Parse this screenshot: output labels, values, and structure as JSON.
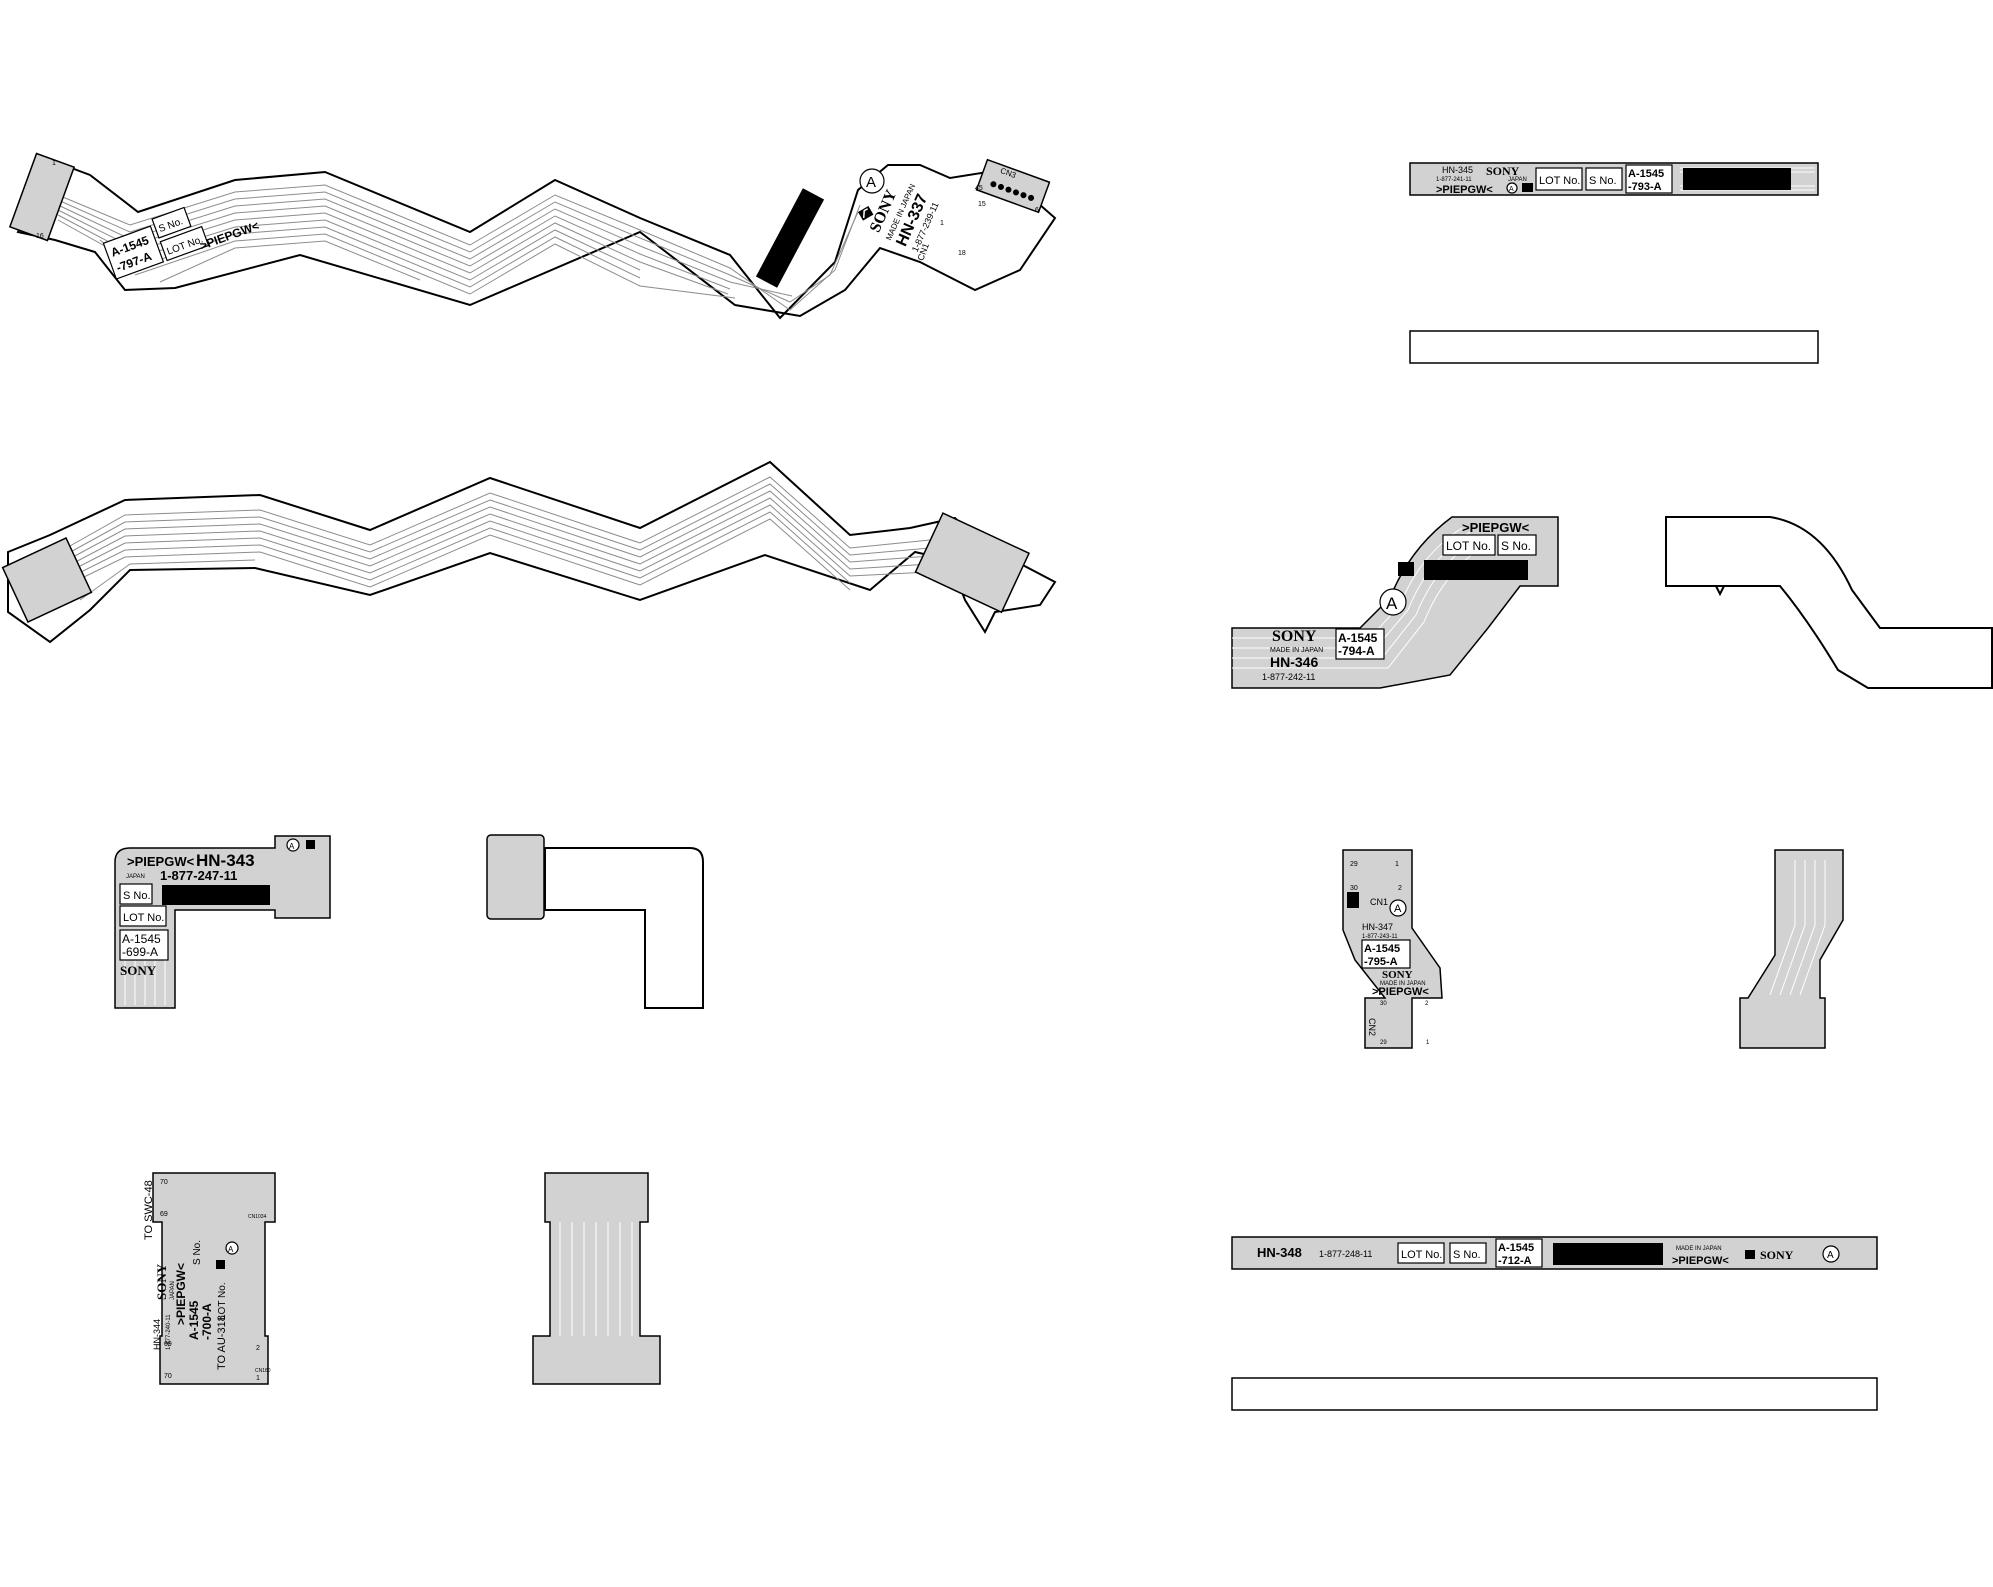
{
  "boards": {
    "hn337": {
      "part": "A-1545",
      "rev": "-797-A",
      "lot": "LOT No.",
      "sno": "S No.",
      "mark": ">PIEPGW<",
      "brand": "SONY",
      "made": "MADE IN JAPAN",
      "name": "HN-337",
      "code": "1-877-239-11",
      "conn_a": "CN3",
      "conn_b": "CN1",
      "pin_a": "45",
      "pin_b": "6",
      "pin_c": "15",
      "pin_d": "1",
      "pin_e": "1",
      "pin_f": "16",
      "pin_g": "18"
    },
    "hn345": {
      "name": "HN-345",
      "code": "1-877-241-11",
      "japan": "JAPAN",
      "brand": "SONY",
      "mark": ">PIEPGW<",
      "lot": "LOT No.",
      "sno": "S No.",
      "part": "A-1545",
      "rev": "-793-A"
    },
    "hn346": {
      "mark": ">PIEPGW<",
      "lot": "LOT No.",
      "sno": "S No.",
      "brand": "SONY",
      "made": "MADE IN JAPAN",
      "part": "A-1545",
      "rev": "-794-A",
      "name": "HN-346",
      "code": "1-877-242-11"
    },
    "hn343": {
      "mark": ">PIEPGW<",
      "name": "HN-343",
      "japan": "JAPAN",
      "code": "1-877-247-11",
      "sno": "S No.",
      "lot": "LOT No.",
      "part": "A-1545",
      "rev": "-699-A",
      "brand": "SONY"
    },
    "hn347": {
      "pin_a": "29",
      "pin_b": "30",
      "pin_c": "1",
      "pin_d": "2",
      "conn_a": "CN1",
      "name": "HN-347",
      "code": "1-877-243-11",
      "part": "A-1545",
      "rev": "-795-A",
      "brand": "SONY",
      "made": "MADE IN JAPAN",
      "mark": ">PIEPGW<",
      "conn_b": "CN2",
      "pin_e": "30",
      "pin_f": "29",
      "pin_g": "2",
      "pin_h": "1"
    },
    "hn344": {
      "pin_a": "70",
      "pin_b": "69",
      "conn_a": "CN1034",
      "to_a": "TO SWC-48",
      "brand": "SONY",
      "japan": "JAPAN",
      "mark": ">PIEPGW<",
      "name": "HN-344",
      "code": "1-877-240-11",
      "part": "A-1545",
      "rev": "-700-A",
      "sno": "S No.",
      "lot": "LOT No.",
      "to_b": "TO AU-318",
      "pin_c": "69",
      "pin_d": "70",
      "conn_b": "CN180",
      "pin_e": "2",
      "pin_f": "1"
    },
    "hn348": {
      "name": "HN-348",
      "code": "1-877-248-11",
      "lot": "LOT No.",
      "sno": "S No.",
      "part": "A-1545",
      "rev": "-712-A",
      "made": "MADE IN JAPAN",
      "mark": ">PIEPGW<",
      "brand": "SONY"
    }
  },
  "symbols": {
    "circle_mark": "A",
    "logo_icon": "sony-lf-logo-icon"
  }
}
